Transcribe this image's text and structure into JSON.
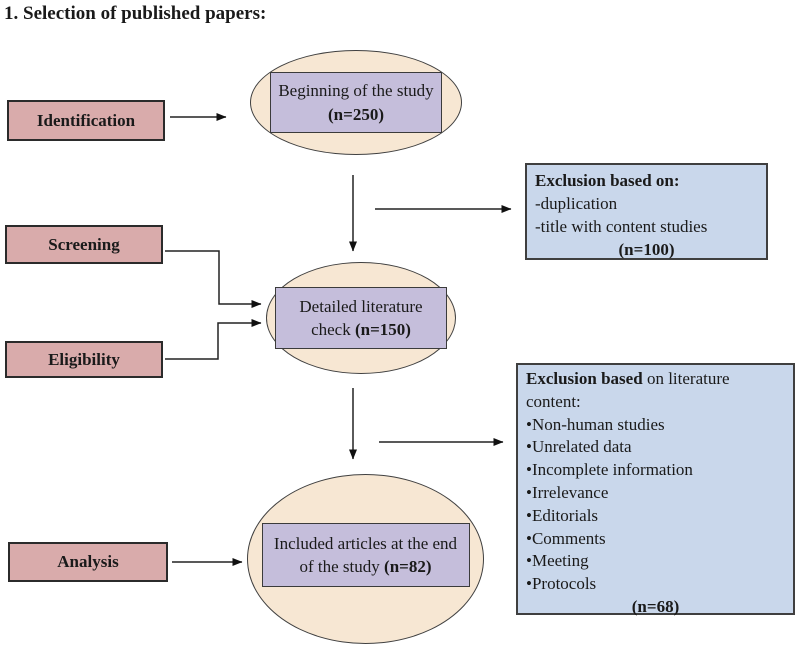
{
  "title": "1. Selection of published papers:",
  "colors": {
    "stage_fill": "#d9abab",
    "ellipse_fill": "#f7e7d3",
    "inner_fill": "#c5bedb",
    "exclusion_fill": "#c9d7eb",
    "ink": "#1a1a1a"
  },
  "stages": {
    "identification": "Identification",
    "screening": "Screening",
    "eligibility": "Eligibility",
    "analysis": "Analysis"
  },
  "nodes": {
    "beginning": {
      "label": "Beginning of the study ",
      "count": "(n=250)"
    },
    "detailed": {
      "label": "Detailed literature check ",
      "count": "(n=150)"
    },
    "included": {
      "label": "Included articles at the end of the study ",
      "count": "(n=82)"
    }
  },
  "exclusions": {
    "first": {
      "heading": "Exclusion based on:",
      "items": [
        "-duplication",
        "-title with content studies"
      ],
      "count": "(n=100)"
    },
    "second": {
      "heading_bold": "Exclusion based",
      "heading_rest": " on literature content:",
      "items": [
        "•Non-human studies",
        "•Unrelated data",
        "•Incomplete information",
        "•Irrelevance",
        "•Editorials",
        "•Comments",
        "•Meeting",
        "•Protocols"
      ],
      "count": "(n=68)"
    }
  }
}
